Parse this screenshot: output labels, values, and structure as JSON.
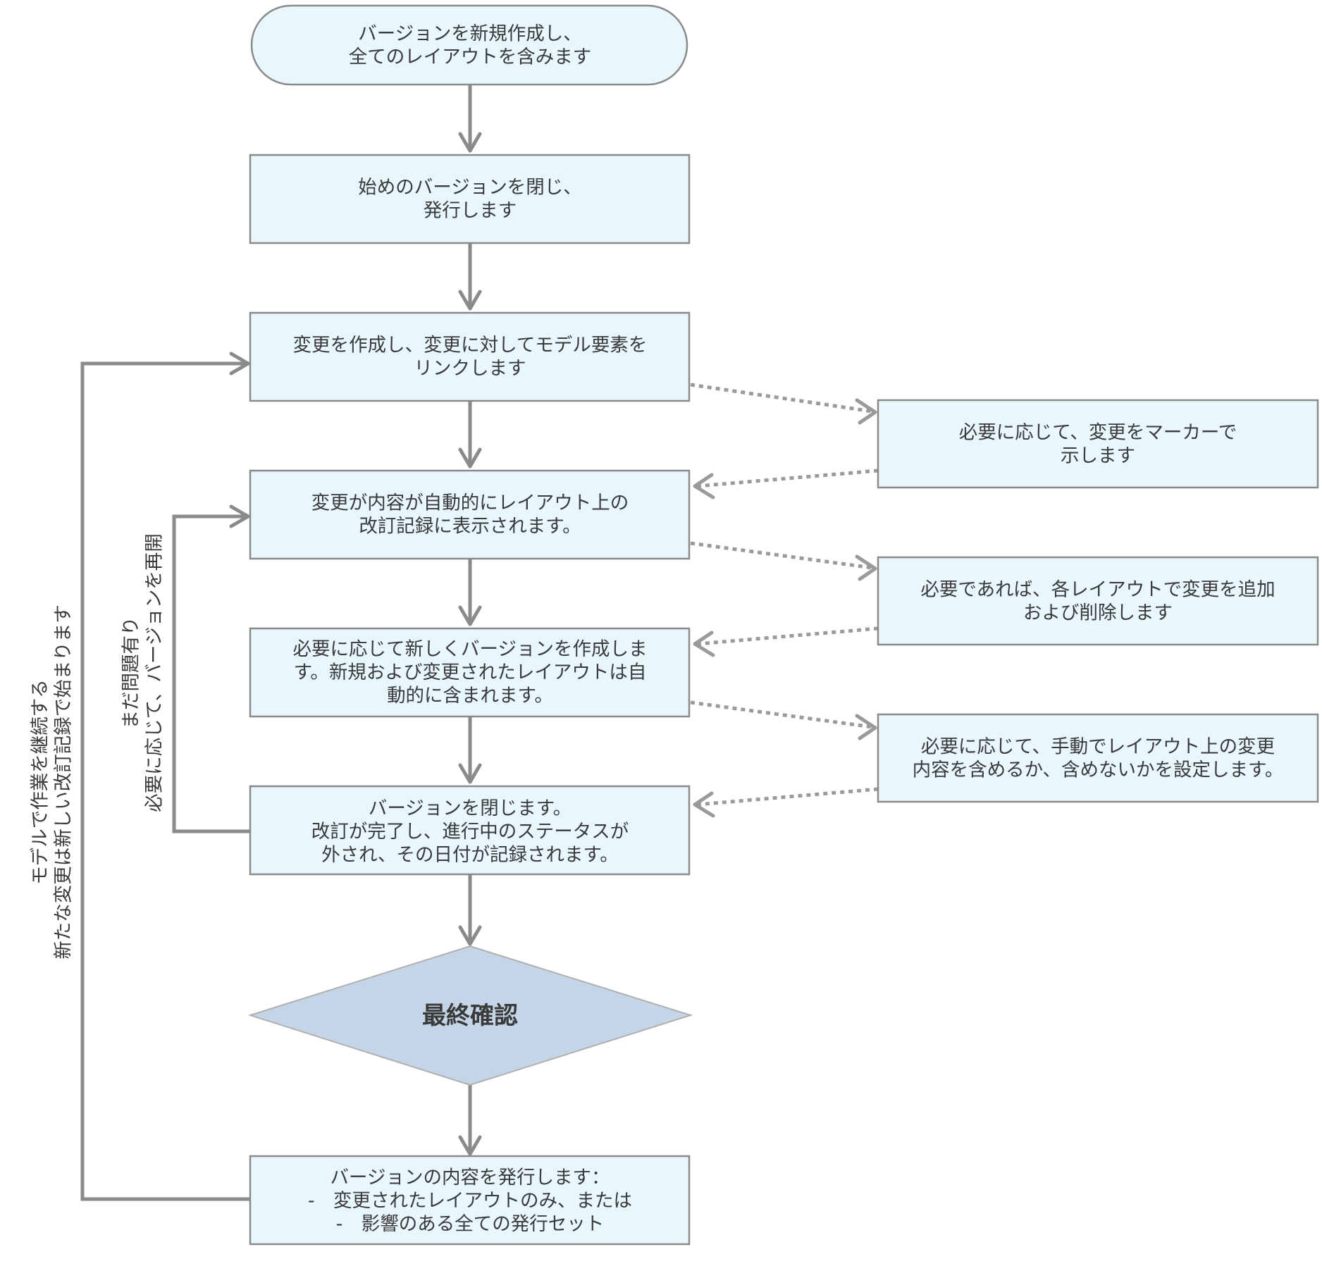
{
  "colors": {
    "box_fill": "#e8f6fd",
    "box_stroke": "#8a8a8a",
    "decision_fill": "#c5d5e8",
    "arrow": "#8a8a8a",
    "text": "#3a3a3a"
  },
  "nodes": {
    "start": [
      "バージョンを新規作成し、",
      "全てのレイアウトを含みます"
    ],
    "close_first": [
      "始めのバージョンを閉じ、",
      "発行します"
    ],
    "create_change": [
      "変更を作成し、変更に対してモデル要素を",
      "リンクします"
    ],
    "auto_display": [
      "変更が内容が自動的にレイアウト上の",
      "改訂記録に表示されます。"
    ],
    "new_version": [
      "必要に応じて新しくバージョンを作成しま",
      "す。新規および変更されたレイアウトは自",
      "動的に含まれます。"
    ],
    "close_version": [
      "バージョンを閉じます。",
      "改訂が完了し、進行中のステータスが",
      "外され、その日付が記録されます。"
    ],
    "final_check": "最終確認",
    "publish": [
      "バージョンの内容を発行します：",
      "-　変更されたレイアウトのみ、または",
      "-　影響のある全ての発行セット"
    ]
  },
  "side_nodes": {
    "marker": [
      "必要に応じて、変更をマーカーで",
      "示します"
    ],
    "add_remove": [
      "必要であれば、各レイアウトで変更を追加",
      "および削除します"
    ],
    "manual": [
      "必要に応じて、手動でレイアウト上の変更",
      "内容を含めるか、含めないかを設定します。"
    ]
  },
  "loop_labels": {
    "continue_work": [
      "モデルで作業を継続する",
      "新たな変更は新しい改訂記録で始まります"
    ],
    "reopen": [
      "まだ問題有り",
      "必要に応じて、バージョンを再開"
    ]
  }
}
